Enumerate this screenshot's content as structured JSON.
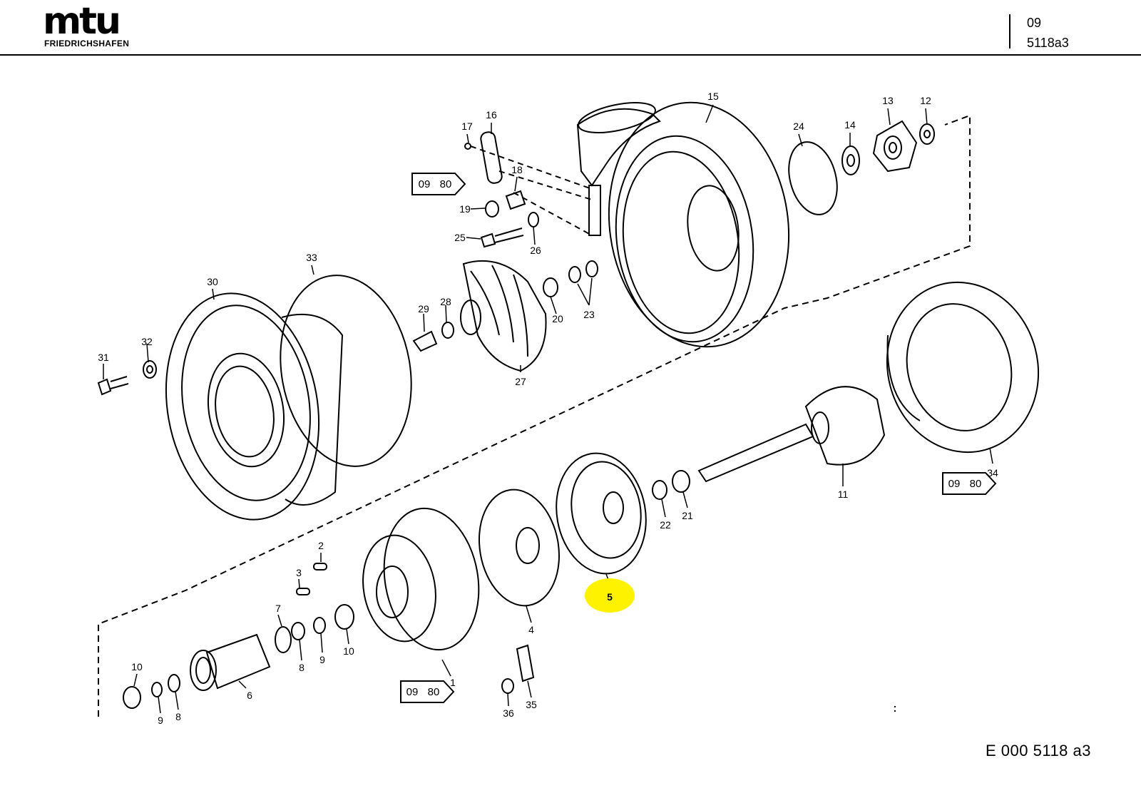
{
  "header": {
    "logo_word": "mtu",
    "logo_subtitle": "FRIEDRICHSHAFEN",
    "group": "09",
    "sheet": "5118a3"
  },
  "drawing_id": "E 000 5118 a3",
  "highlight_color": "#fff200",
  "reference_tags": [
    {
      "a": "09",
      "b": "80"
    },
    {
      "a": "09",
      "b": "80"
    },
    {
      "a": "09",
      "b": "80"
    }
  ],
  "callouts": [
    "15",
    "16",
    "17",
    "18",
    "19",
    "25",
    "26",
    "24",
    "14",
    "13",
    "12",
    "33",
    "30",
    "31",
    "32",
    "29",
    "28",
    "27",
    "20",
    "23",
    "34",
    "11",
    "21",
    "22",
    "5",
    "4",
    "2",
    "3",
    "7",
    "8",
    "9",
    "10",
    "1",
    "6",
    "10",
    "9",
    "8",
    "36",
    "35"
  ]
}
